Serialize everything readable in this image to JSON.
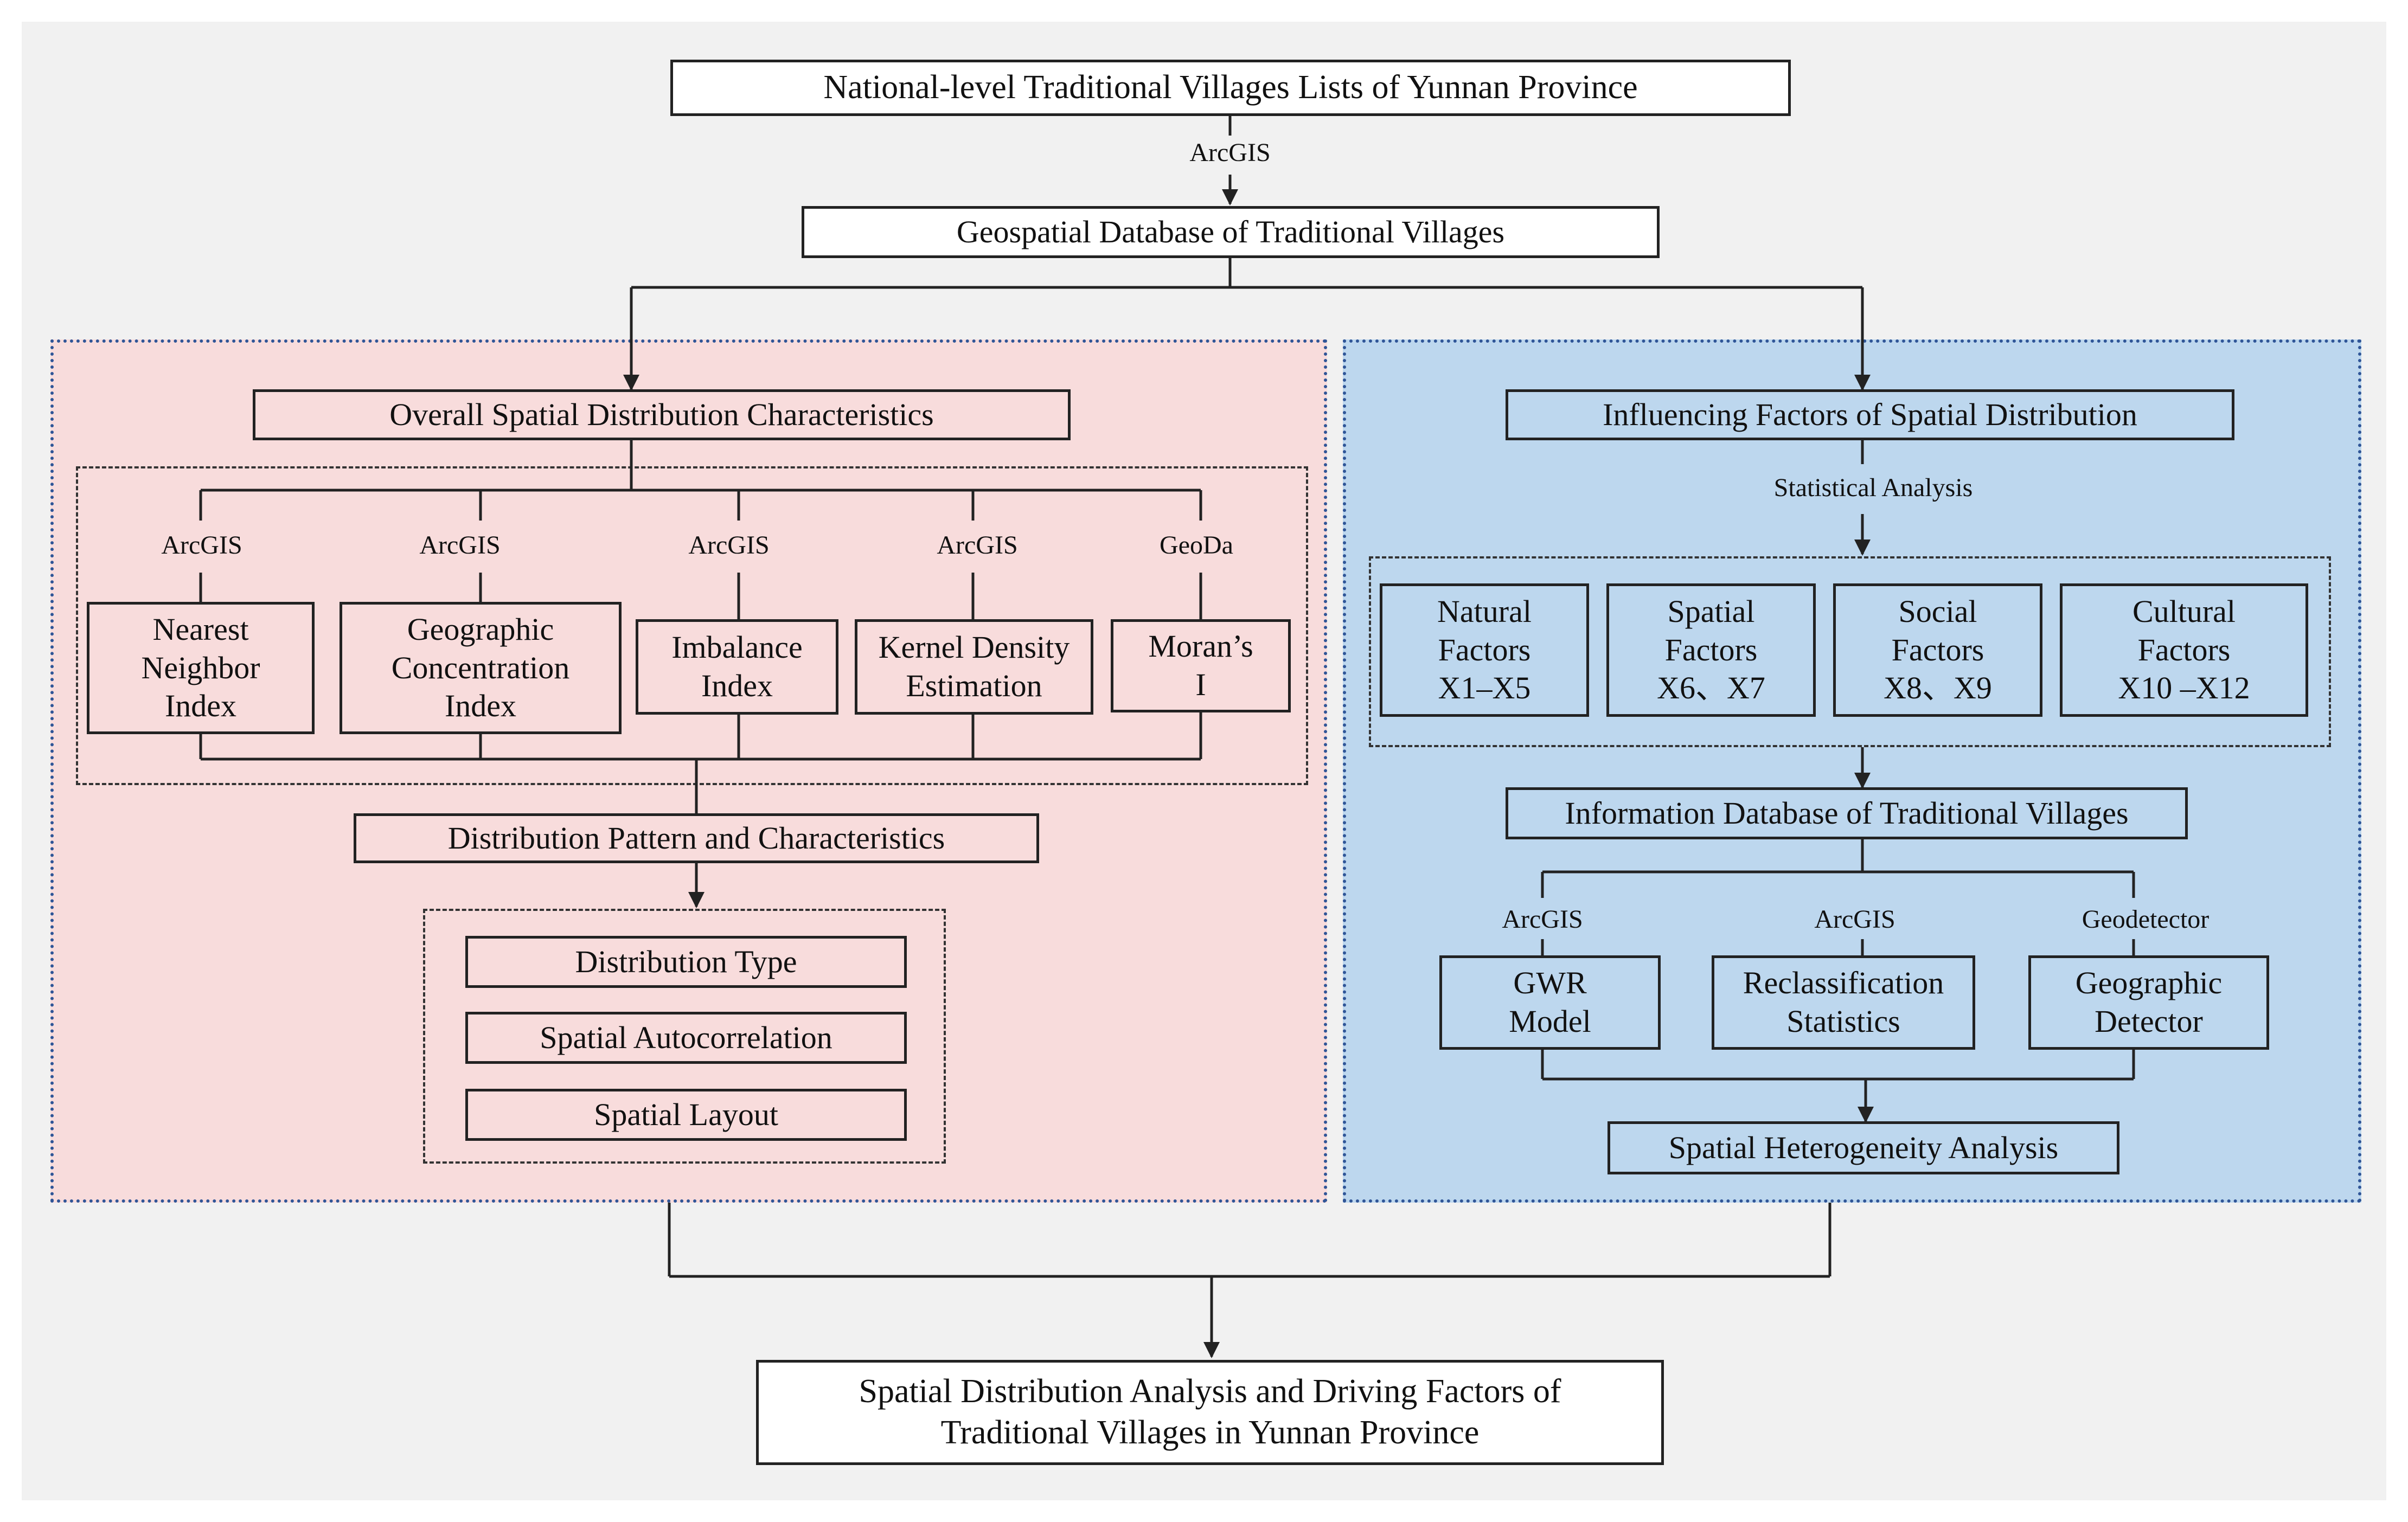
{
  "top": {
    "title": "National-level Traditional Villages Lists of  Yunnan Province",
    "tool_label": "ArcGIS",
    "database": "Geospatial Database of Traditional Villages"
  },
  "left_panel": {
    "heading": "Overall Spatial Distribution Characteristics",
    "methods": [
      {
        "tool": "ArcGIS",
        "name": "Nearest\nNeighbor\nIndex"
      },
      {
        "tool": "ArcGIS",
        "name": "Geographic\nConcentration\nIndex"
      },
      {
        "tool": "ArcGIS",
        "name": "Imbalance\nIndex"
      },
      {
        "tool": "ArcGIS",
        "name": "Kernel Density\nEstimation"
      },
      {
        "tool": "GeoDa",
        "name": "Moran’s\nI"
      }
    ],
    "pattern": "Distribution Pattern and Characteristics",
    "results": [
      "Distribution Type",
      "Spatial Autocorrelation",
      "Spatial Layout"
    ]
  },
  "right_panel": {
    "heading": "Influencing Factors of Spatial Distribution",
    "analysis_label": "Statistical Analysis",
    "factors": [
      {
        "name": "Natural\nFactors\nX1–X5"
      },
      {
        "name": "Spatial\nFactors\nX6、X7"
      },
      {
        "name": "Social\nFactors\nX8、X9"
      },
      {
        "name": "Cultural\nFactors\nX10 –X12"
      }
    ],
    "info_database": "Information Database of Traditional Villages",
    "models": [
      {
        "tool": "ArcGIS",
        "name": "GWR\nModel"
      },
      {
        "tool": "ArcGIS",
        "name": "Reclassification\nStatistics"
      },
      {
        "tool": "Geodetector",
        "name": "Geographic\nDetector"
      }
    ],
    "heterogeneity": "Spatial Heterogeneity Analysis"
  },
  "bottom": {
    "conclusion": "Spatial Distribution Analysis and Driving Factors of\nTraditional Villages in Yunnan Province"
  },
  "colors": {
    "left_panel_fill": "#f8dcdc",
    "right_panel_fill": "#bdd7ee",
    "panel_border": "#2f5597",
    "line": "#222222"
  }
}
